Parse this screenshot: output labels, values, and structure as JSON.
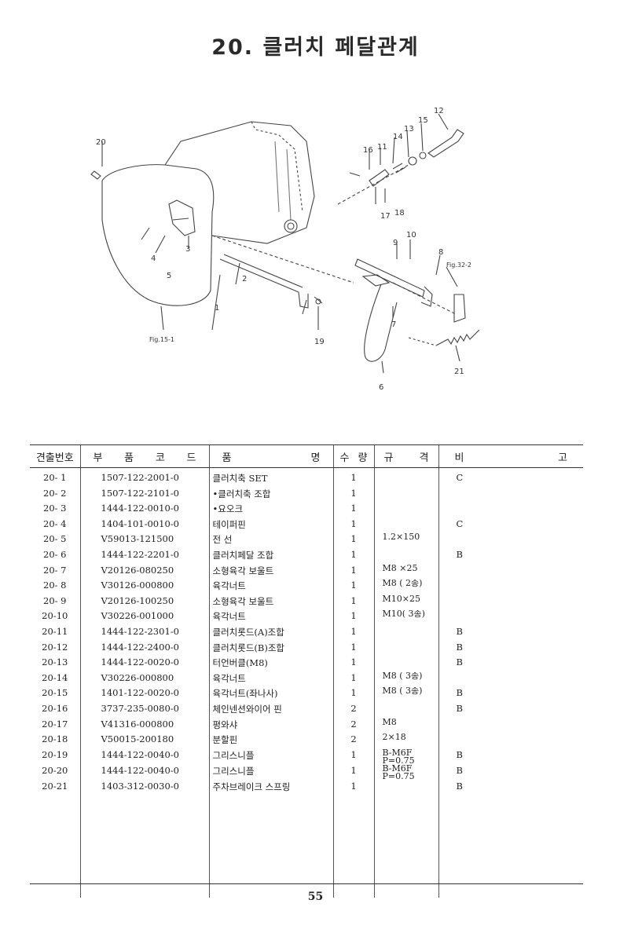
{
  "title": "20. 클러치 페달관계",
  "diagram": {
    "callouts": [
      "1",
      "2",
      "3",
      "4",
      "5",
      "6",
      "7",
      "8",
      "9",
      "10",
      "11",
      "12",
      "13",
      "14",
      "15",
      "16",
      "17",
      "18",
      "19",
      "20",
      "21"
    ],
    "refs": [
      "Fig.15-1",
      "Fig.32-2"
    ]
  },
  "table": {
    "headers": {
      "no": "견출번호",
      "code": [
        "부",
        "품",
        "코",
        "드"
      ],
      "name": [
        "품",
        "명"
      ],
      "qty": [
        "수",
        "량"
      ],
      "spec": [
        "규",
        "격"
      ],
      "remark": [
        "비",
        "고"
      ]
    },
    "rows": [
      {
        "no": "20- 1",
        "code": "1507-122-2001-0",
        "name": "클러치축 SET",
        "qty": "1",
        "spec": "",
        "remark": "C"
      },
      {
        "no": "20- 2",
        "code": "1507-122-2101-0",
        "name": "•클러치축 조합",
        "qty": "1",
        "spec": "",
        "remark": ""
      },
      {
        "no": "20- 3",
        "code": "1444-122-0010-0",
        "name": "•요오크",
        "qty": "1",
        "spec": "",
        "remark": ""
      },
      {
        "no": "20- 4",
        "code": "1404-101-0010-0",
        "name": "테이퍼핀",
        "qty": "1",
        "spec": "",
        "remark": "C"
      },
      {
        "no": "20- 5",
        "code": "V59013-121500",
        "name": "전 선",
        "qty": "1",
        "spec": "1.2×150",
        "remark": ""
      },
      {
        "no": "20- 6",
        "code": "1444-122-2201-0",
        "name": "클러치페달 조합",
        "qty": "1",
        "spec": "",
        "remark": "B"
      },
      {
        "no": "20- 7",
        "code": "V20126-080250",
        "name": "소형육각 보울트",
        "qty": "1",
        "spec": "M8 ×25",
        "remark": ""
      },
      {
        "no": "20- 8",
        "code": "V30126-000800",
        "name": "육각너트",
        "qty": "1",
        "spec": "M8 ( 2종)",
        "remark": ""
      },
      {
        "no": "20- 9",
        "code": "V20126-100250",
        "name": "소형육각 보울트",
        "qty": "1",
        "spec": "M10×25",
        "remark": ""
      },
      {
        "no": "20-10",
        "code": "V30226-001000",
        "name": "육각너트",
        "qty": "1",
        "spec": "M10( 3종)",
        "remark": ""
      },
      {
        "no": "20-11",
        "code": "1444-122-2301-0",
        "name": "클러치롯드(A)조합",
        "qty": "1",
        "spec": "",
        "remark": "B"
      },
      {
        "no": "20-12",
        "code": "1444-122-2400-0",
        "name": "클러치롯드(B)조합",
        "qty": "1",
        "spec": "",
        "remark": "B"
      },
      {
        "no": "20-13",
        "code": "1444-122-0020-0",
        "name": "터언버클(M8)",
        "qty": "1",
        "spec": "",
        "remark": "B"
      },
      {
        "no": "20-14",
        "code": "V30226-000800",
        "name": "육각너트",
        "qty": "1",
        "spec": "M8 ( 3종)",
        "remark": ""
      },
      {
        "no": "20-15",
        "code": "1401-122-0020-0",
        "name": "육각너트(좌나사)",
        "qty": "1",
        "spec": "M8 ( 3종)",
        "remark": "B"
      },
      {
        "no": "20-16",
        "code": "3737-235-0080-0",
        "name": "체인넨션와이어 핀",
        "qty": "2",
        "spec": "",
        "remark": "B"
      },
      {
        "no": "20-17",
        "code": "V41316-000800",
        "name": "평와샤",
        "qty": "2",
        "spec": "M8",
        "remark": ""
      },
      {
        "no": "20-18",
        "code": "V50015-200180",
        "name": "분할핀",
        "qty": "2",
        "spec": "2×18",
        "remark": ""
      },
      {
        "no": "20-19",
        "code": "1444-122-0040-0",
        "name": "그리스니플",
        "qty": "1",
        "spec": "B-M6F\nP=0.75",
        "remark": "B"
      },
      {
        "no": "20-20",
        "code": "1444-122-0040-0",
        "name": "그리스니플",
        "qty": "1",
        "spec": "B-M6F\nP=0.75",
        "remark": "B"
      },
      {
        "no": "20-21",
        "code": "1403-312-0030-0",
        "name": "주차브레이크 스프링",
        "qty": "1",
        "spec": "",
        "remark": "B"
      }
    ]
  },
  "page_number": "55"
}
